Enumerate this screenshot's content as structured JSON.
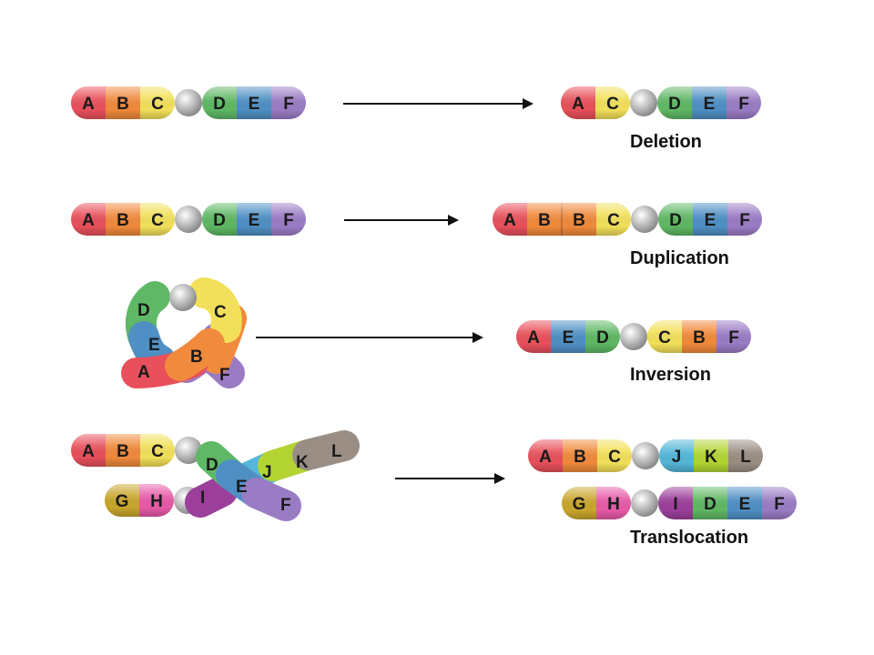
{
  "colors": {
    "A": "#e8505b",
    "B": "#f08a3c",
    "C": "#f2e05a",
    "D": "#5fb865",
    "E": "#4f8fc4",
    "F": "#9a7cc4",
    "G": "#c9a62c",
    "H": "#e75aa8",
    "I": "#9b3f9a",
    "J": "#54b6d8",
    "K": "#b3d433",
    "L": "#9a8e84",
    "centromere": "#c8c8c8",
    "arrow": "#111111"
  },
  "rows": [
    {
      "id": "deletion",
      "caption": "Deletion",
      "before": [
        [
          "A",
          "B",
          "C",
          "o",
          "D",
          "E",
          "F"
        ]
      ],
      "after": [
        [
          "A",
          "C",
          "o",
          "D",
          "E",
          "F"
        ]
      ]
    },
    {
      "id": "duplication",
      "caption": "Duplication",
      "before": [
        [
          "A",
          "B",
          "C",
          "o",
          "D",
          "E",
          "F"
        ]
      ],
      "after": [
        [
          "A",
          "B",
          "B",
          "C",
          "o",
          "D",
          "E",
          "F"
        ]
      ]
    },
    {
      "id": "inversion",
      "caption": "Inversion",
      "before_loop": [
        "A",
        "B",
        "C",
        "o",
        "D",
        "E",
        "F"
      ],
      "after": [
        [
          "A",
          "E",
          "D",
          "o",
          "C",
          "B",
          "F"
        ]
      ]
    },
    {
      "id": "translocation",
      "caption": "Translocation",
      "before_cross": {
        "chrom1": [
          "A",
          "B",
          "C",
          "o",
          "D",
          "E",
          "F"
        ],
        "chrom2": [
          "G",
          "H",
          "o",
          "I",
          "J",
          "K",
          "L"
        ]
      },
      "after": [
        [
          "A",
          "B",
          "C",
          "o",
          "J",
          "K",
          "L"
        ],
        [
          "G",
          "H",
          "o",
          "I",
          "D",
          "E",
          "F"
        ]
      ]
    }
  ]
}
